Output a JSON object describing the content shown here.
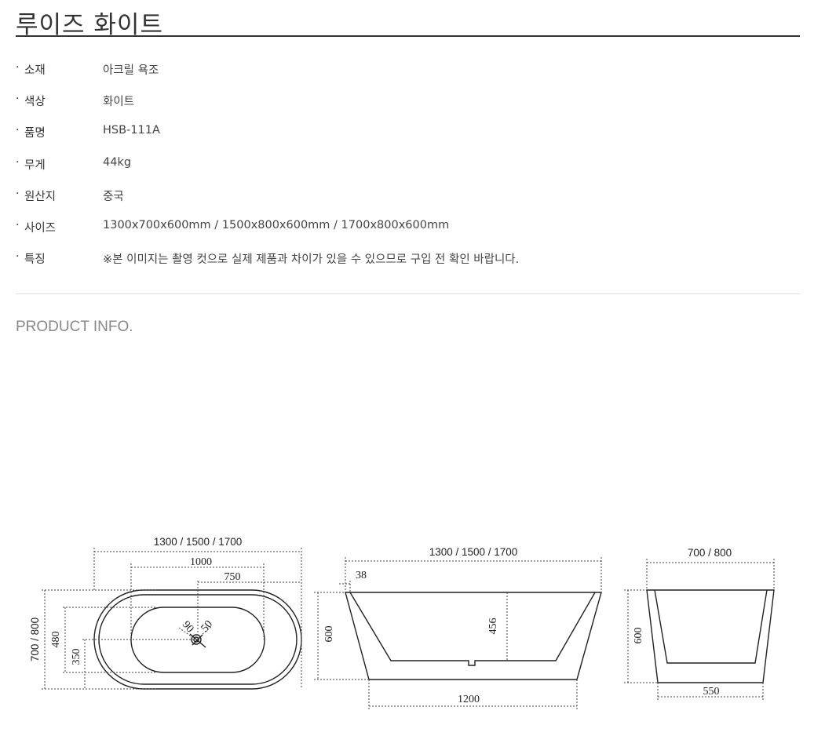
{
  "title": "루이즈 화이트",
  "specs": [
    {
      "bullet": "·",
      "label": "소재",
      "value": "아크릴 욕조"
    },
    {
      "bullet": "·",
      "label": "색상",
      "value": "화이트"
    },
    {
      "bullet": "·",
      "label": "품명",
      "value": "HSB-111A"
    },
    {
      "bullet": "·",
      "label": "무게",
      "value": "44kg"
    },
    {
      "bullet": "·",
      "label": "원산지",
      "value": "중국"
    },
    {
      "bullet": "·",
      "label": "사이즈",
      "value": "1300x700x600mm / 1500x800x600mm / 1700x800x600mm"
    },
    {
      "bullet": "·",
      "label": "특징",
      "value": "※본 이미지는 촬영 컷으로 실제 제품과 차이가 있을 수 있으므로 구입 전 확인 바랍니다."
    }
  ],
  "section_title": "PRODUCT INFO.",
  "drawing": {
    "top_view": {
      "length": "1300 / 1500 / 1700",
      "inner_length": "1000",
      "drain_offset": "750",
      "width": "700 / 800",
      "inner_width": "480",
      "drain_side": "350",
      "drain_dia_outer": "90",
      "drain_dia_inner": "50"
    },
    "side_view": {
      "length": "1300 / 1500 / 1700",
      "rim": "38",
      "height": "600",
      "depth": "456",
      "bottom_length": "1200"
    },
    "end_view": {
      "width": "700 / 800",
      "height": "600",
      "bottom_width": "550"
    }
  }
}
